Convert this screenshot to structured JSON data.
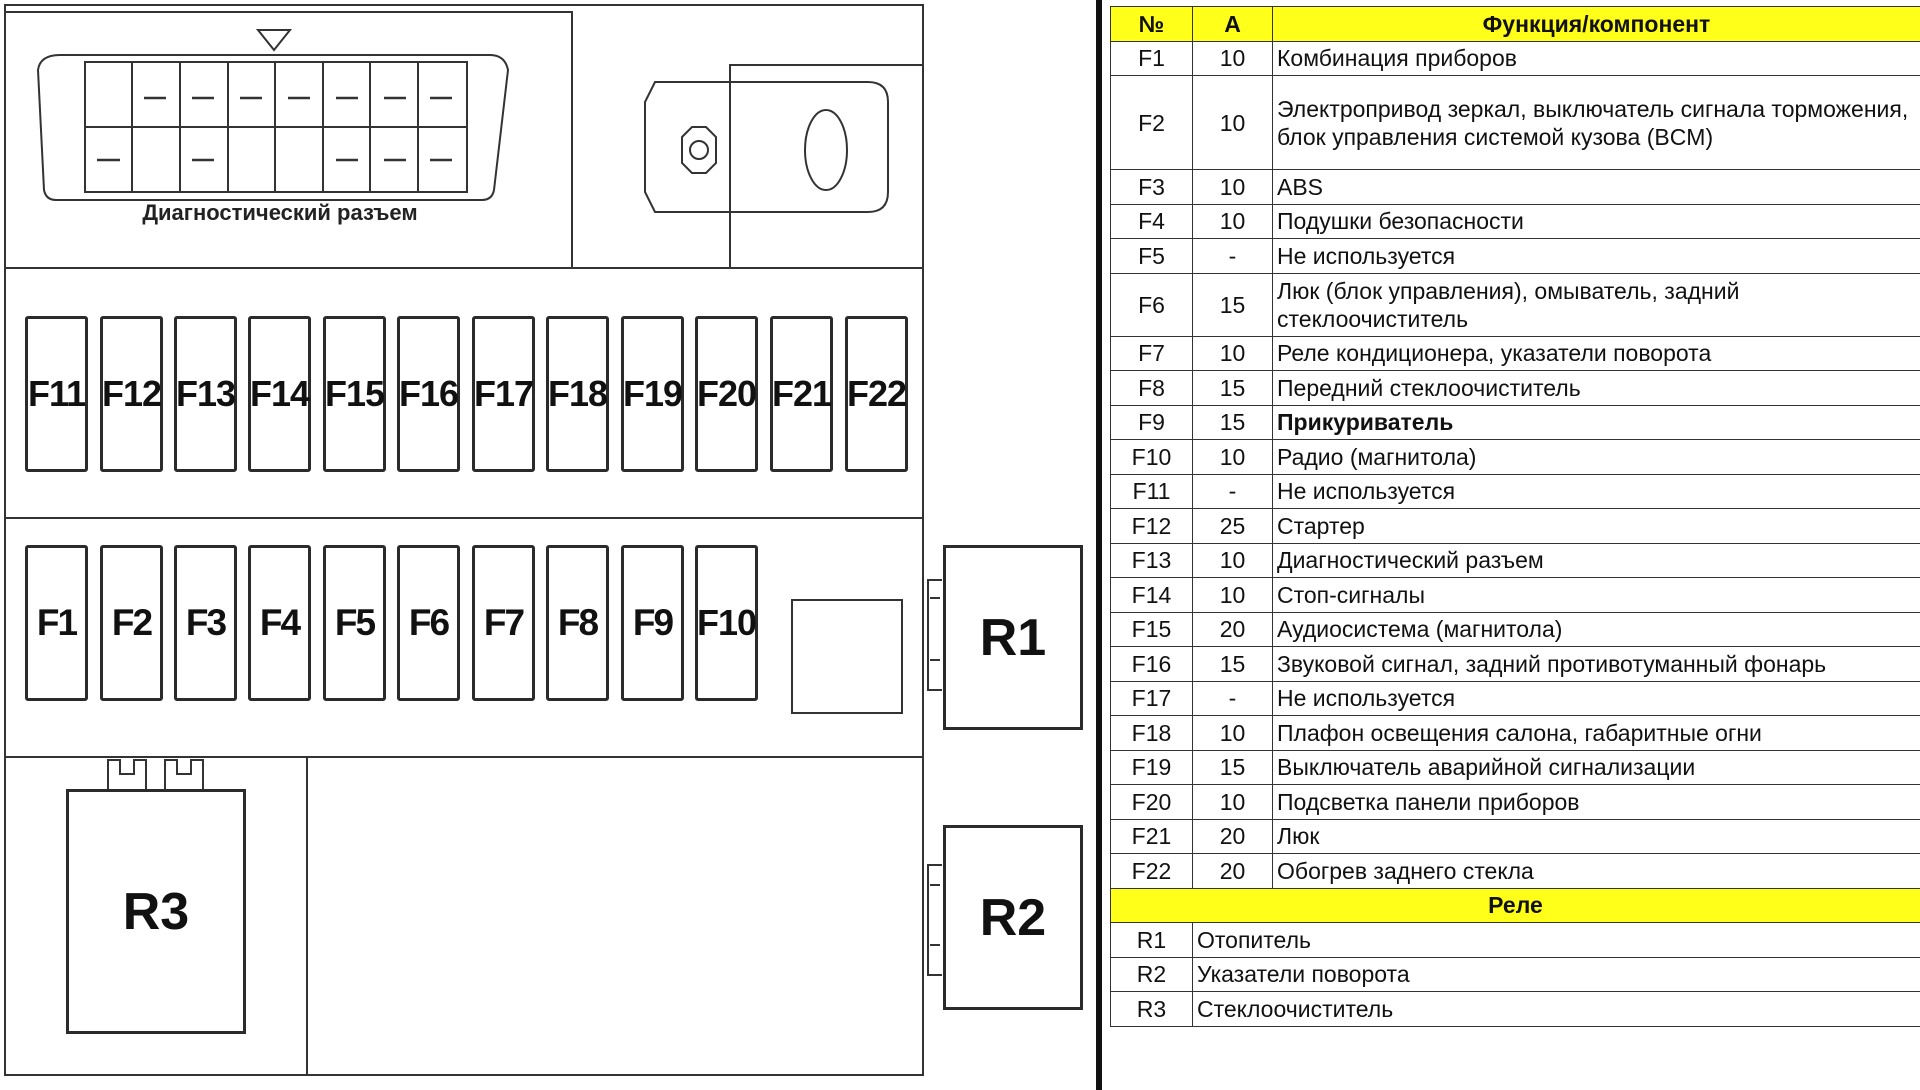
{
  "diagram": {
    "connector_label": "Диагностический разъем",
    "fuses_top": [
      "F11",
      "F12",
      "F13",
      "F14",
      "F15",
      "F16",
      "F17",
      "F18",
      "F19",
      "F20",
      "F21",
      "F22"
    ],
    "fuses_bottom": [
      "F1",
      "F2",
      "F3",
      "F4",
      "F5",
      "F6",
      "F7",
      "F8",
      "F9",
      "F10"
    ],
    "relays": {
      "r1": "R1",
      "r2": "R2",
      "r3": "R3"
    }
  },
  "table": {
    "headers": {
      "num": "№",
      "amp": "A",
      "func": "Функция/компонент"
    },
    "fuse_rows": [
      {
        "num": "F1",
        "amp": "10",
        "func": "Комбинация приборов"
      },
      {
        "num": "F2",
        "amp": "10",
        "func": "Электропривод зеркал, выключатель сигнала торможения, блок управления системой кузова (BCM)"
      },
      {
        "num": "F3",
        "amp": "10",
        "func": "ABS"
      },
      {
        "num": "F4",
        "amp": "10",
        "func": "Подушки безопасности"
      },
      {
        "num": "F5",
        "amp": "-",
        "func": "Не используется"
      },
      {
        "num": "F6",
        "amp": "15",
        "func": "Люк (блок управления), омыватель, задний стеклоочиститель"
      },
      {
        "num": "F7",
        "amp": "10",
        "func": "Реле кондиционера, указатели поворота"
      },
      {
        "num": "F8",
        "amp": "15",
        "func": "Передний стеклоочиститель"
      },
      {
        "num": "F9",
        "amp": "15",
        "func": "Прикуриватель"
      },
      {
        "num": "F10",
        "amp": "10",
        "func": "Радио (магнитола)"
      },
      {
        "num": "F11",
        "amp": "-",
        "func": "Не используется"
      },
      {
        "num": "F12",
        "amp": "25",
        "func": "Стартер"
      },
      {
        "num": "F13",
        "amp": "10",
        "func": "Диагностический разъем"
      },
      {
        "num": "F14",
        "amp": "10",
        "func": "Стоп-сигналы"
      },
      {
        "num": "F15",
        "amp": "20",
        "func": "Аудиосистема (магнитола)"
      },
      {
        "num": "F16",
        "amp": "15",
        "func": "Звуковой сигнал, задний противотуманный фонарь"
      },
      {
        "num": "F17",
        "amp": "-",
        "func": "Не используется"
      },
      {
        "num": "F18",
        "amp": "10",
        "func": "Плафон освещения салона, габаритные огни"
      },
      {
        "num": "F19",
        "amp": "15",
        "func": "Выключатель аварийной сигнализации"
      },
      {
        "num": "F20",
        "amp": "10",
        "func": "Подсветка панели приборов"
      },
      {
        "num": "F21",
        "amp": "20",
        "func": "Люк"
      },
      {
        "num": "F22",
        "amp": "20",
        "func": "Обогрев заднего стекла"
      }
    ],
    "relay_section_title": "Реле",
    "relay_rows": [
      {
        "num": "R1",
        "func": "Отопитель"
      },
      {
        "num": "R2",
        "func": "Указатели поворота"
      },
      {
        "num": "R3",
        "func": "Стеклоочиститель"
      }
    ]
  }
}
